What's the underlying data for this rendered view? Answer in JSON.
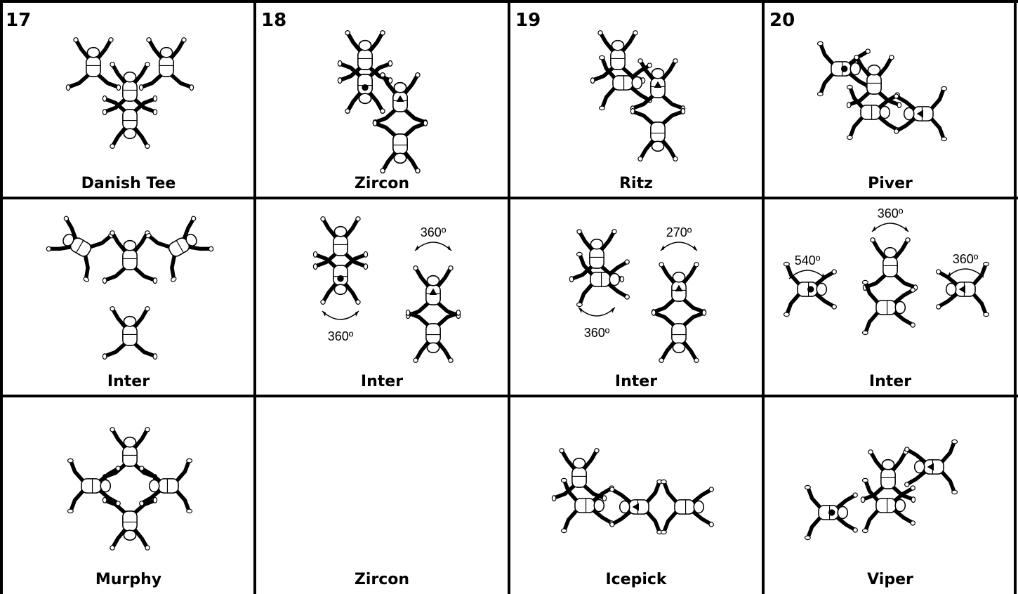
{
  "columns": [
    {
      "number": "17",
      "cells": [
        {
          "label": "Danish Tee",
          "fig": "danish-tee",
          "rotations": []
        },
        {
          "label": "Inter",
          "fig": "inter-17",
          "rotations": []
        },
        {
          "label": "Murphy",
          "fig": "murphy",
          "rotations": []
        }
      ]
    },
    {
      "number": "18",
      "cells": [
        {
          "label": "Zircon",
          "fig": "zircon",
          "rotations": []
        },
        {
          "label": "Inter",
          "fig": "inter-18",
          "rotations": [
            "360º",
            "360º"
          ]
        },
        {
          "label": "Zircon",
          "fig": "zircon",
          "rotations": []
        }
      ]
    },
    {
      "number": "19",
      "cells": [
        {
          "label": "Ritz",
          "fig": "ritz",
          "rotations": []
        },
        {
          "label": "Inter",
          "fig": "inter-19",
          "rotations": [
            "270º",
            "360º"
          ]
        },
        {
          "label": "Icepick",
          "fig": "icepick",
          "rotations": []
        }
      ]
    },
    {
      "number": "20",
      "cells": [
        {
          "label": "Piver",
          "fig": "piver",
          "rotations": []
        },
        {
          "label": "Inter",
          "fig": "inter-20",
          "rotations": [
            "540º",
            "360º",
            "360º"
          ]
        },
        {
          "label": "Viper",
          "fig": "viper",
          "rotations": []
        }
      ]
    }
  ],
  "colors": {
    "line": "#000000",
    "fill": "#ffffff",
    "background": "#ffffff"
  },
  "icons": {
    "jumper": "skydiver-jumper-icon",
    "rotation": "rotation-arrow-icon",
    "grip": "grip-icon"
  }
}
